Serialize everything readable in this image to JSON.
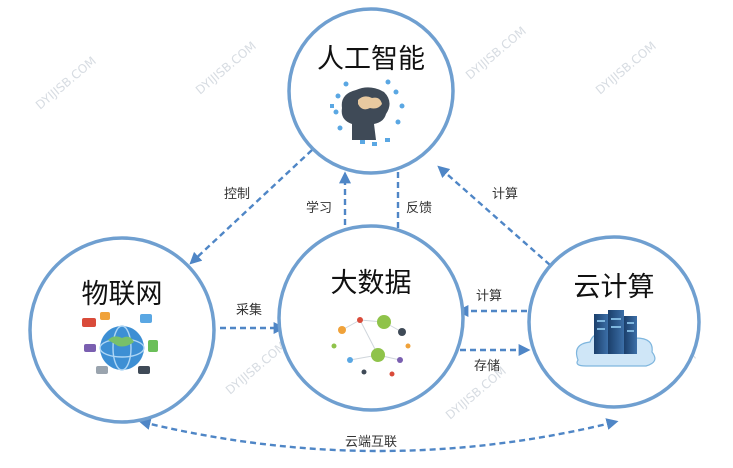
{
  "nodes": {
    "ai": {
      "label": "人工智能"
    },
    "iot": {
      "label": "物联网"
    },
    "bigdata": {
      "label": "大数据"
    },
    "cloud": {
      "label": "云计算"
    }
  },
  "edges": {
    "control": "控制",
    "learn": "学习",
    "feedback": "反馈",
    "compute_ai": "计算",
    "collect": "采集",
    "compute_bd": "计算",
    "storage": "存储",
    "interconnect": "云端互联"
  },
  "watermark": "DYIJISB.COM",
  "colors": {
    "circle": "#6f9fd0",
    "arrow": "#4f86c6"
  }
}
